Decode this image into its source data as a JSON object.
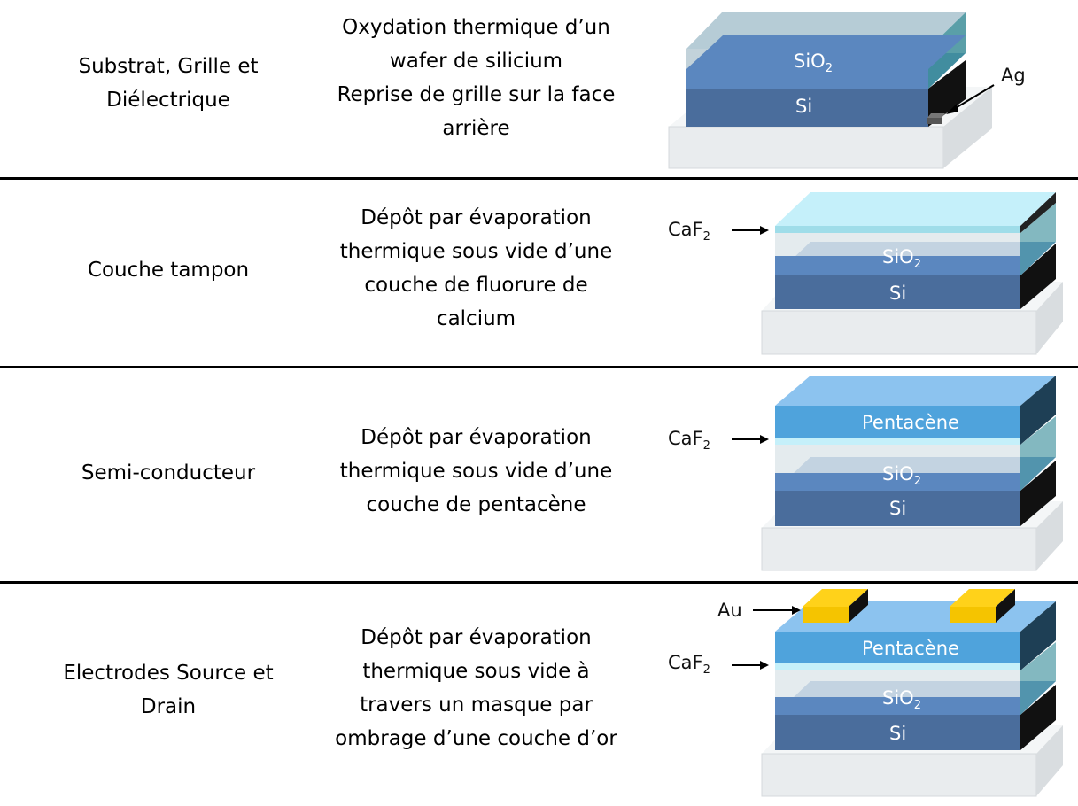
{
  "rows": [
    {
      "stage": [
        "Substrat, Grille et",
        "Diélectrique"
      ],
      "description": [
        "Oxydation thermique d’un",
        "wafer de silicium",
        "Reprise de grille sur la face",
        "arrière"
      ],
      "labels": {
        "sio2": "SiO",
        "sio2_sub": "2",
        "si": "Si",
        "ag": "Ag"
      }
    },
    {
      "stage": [
        "Couche tampon"
      ],
      "description": [
        "Dépôt par évaporation",
        "thermique sous vide d’une",
        "couche de fluorure de",
        "calcium"
      ],
      "labels": {
        "caf": "CaF",
        "caf_sub": "2",
        "sio2": "SiO",
        "sio2_sub": "2",
        "si": "Si"
      }
    },
    {
      "stage": [
        "Semi-conducteur"
      ],
      "description": [
        "Dépôt par évaporation",
        "thermique sous vide d’une",
        "couche de pentacène"
      ],
      "labels": {
        "caf": "CaF",
        "caf_sub": "2",
        "pentacene": "Pentacène",
        "sio2": "SiO",
        "sio2_sub": "2",
        "si": "Si"
      }
    },
    {
      "stage": [
        "Electrodes Source et",
        "Drain"
      ],
      "description": [
        "Dépôt par évaporation",
        "thermique sous vide à",
        "travers un masque par",
        "ombrage d’une couche d’or"
      ],
      "labels": {
        "au": "Au",
        "caf": "CaF",
        "caf_sub": "2",
        "pentacene": "Pentacène",
        "sio2": "SiO",
        "sio2_sub": "2",
        "si": "Si"
      }
    }
  ],
  "colors": {
    "substrate": "#eef0f1",
    "si": "#4a6d9c",
    "sio2": "#5b87bf",
    "oxide_top": "#a9c6d2",
    "caf": "#c5f0fa",
    "pentacene": "#4fa3dc",
    "gold": "#f5c400",
    "dark_side": "#1a1a1a"
  }
}
